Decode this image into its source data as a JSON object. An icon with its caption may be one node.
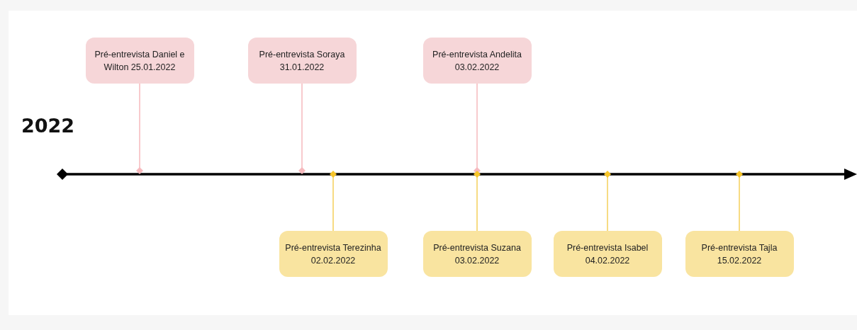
{
  "diagram": {
    "title": "2022",
    "nodes": [
      {
        "text": [
          "Pré-entrevista Daniel e Wilton 25.01.2022"
        ]
      },
      {
        "text": [
          "Pré-entrevista Soraya 31.01.2022"
        ]
      },
      {
        "text": [
          "Pré-entrevista Andelita 03.02.2022"
        ]
      },
      {
        "text": [
          "Pré-entrevista Terezinha 02.02.2022"
        ]
      },
      {
        "text": [
          "Pré-entrevista Suzana 03.02.2022"
        ]
      },
      {
        "text": [
          "Pré-entrevista Isabel 04.02.2022"
        ]
      },
      {
        "text": [
          "Pré-entrevista Tajla 15.02.2022"
        ]
      }
    ],
    "edges": [
      {
        "from": 0,
        "to": null,
        "arrow": "other",
        "color": "#f6b9bd"
      },
      {
        "from": 1,
        "to": null,
        "arrow": "other",
        "color": "#f6b9bd"
      },
      {
        "from": 2,
        "to": null,
        "arrow": "other",
        "color": "#f6b9bd"
      },
      {
        "from": 3,
        "to": null,
        "arrow": "other"
      },
      {
        "from": 4,
        "to": null,
        "arrow": "other"
      },
      {
        "from": 5,
        "to": null,
        "arrow": "other"
      },
      {
        "from": 6,
        "to": null,
        "arrow": "other"
      }
    ]
  }
}
